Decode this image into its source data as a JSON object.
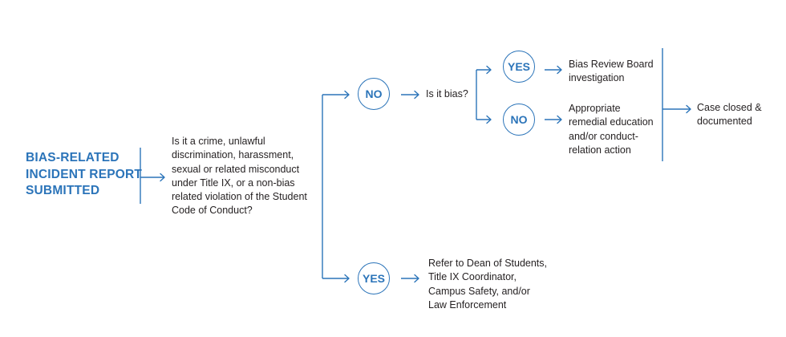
{
  "title_lines": [
    "BIAS-RELATED",
    "INCIDENT REPORT",
    "SUBMITTED"
  ],
  "question_lines": [
    "Is it a crime, unlawful",
    "discrimination, harassment,",
    "sexual or related misconduct",
    "under Title IX, or a non-bias",
    "related violation of the Student",
    "Code of Conduct?"
  ],
  "node_no_top": "NO",
  "node_yes_bottom": "YES",
  "bias_question": "Is it bias?",
  "node_yes_bias": "YES",
  "node_no_bias": "NO",
  "bias_review_lines": [
    "Bias Review Board",
    "investigation"
  ],
  "remedial_lines": [
    "Appropriate",
    "remedial education",
    "and/or conduct-",
    "relation action"
  ],
  "case_closed_lines": [
    "Case closed &",
    "documented"
  ],
  "refer_lines": [
    "Refer to Dean of Students,",
    "Title IX Coordinator,",
    "Campus Safety, and/or",
    "Law Enforcement"
  ],
  "colors": {
    "accent": "#2b74b9",
    "text": "#231f20"
  }
}
